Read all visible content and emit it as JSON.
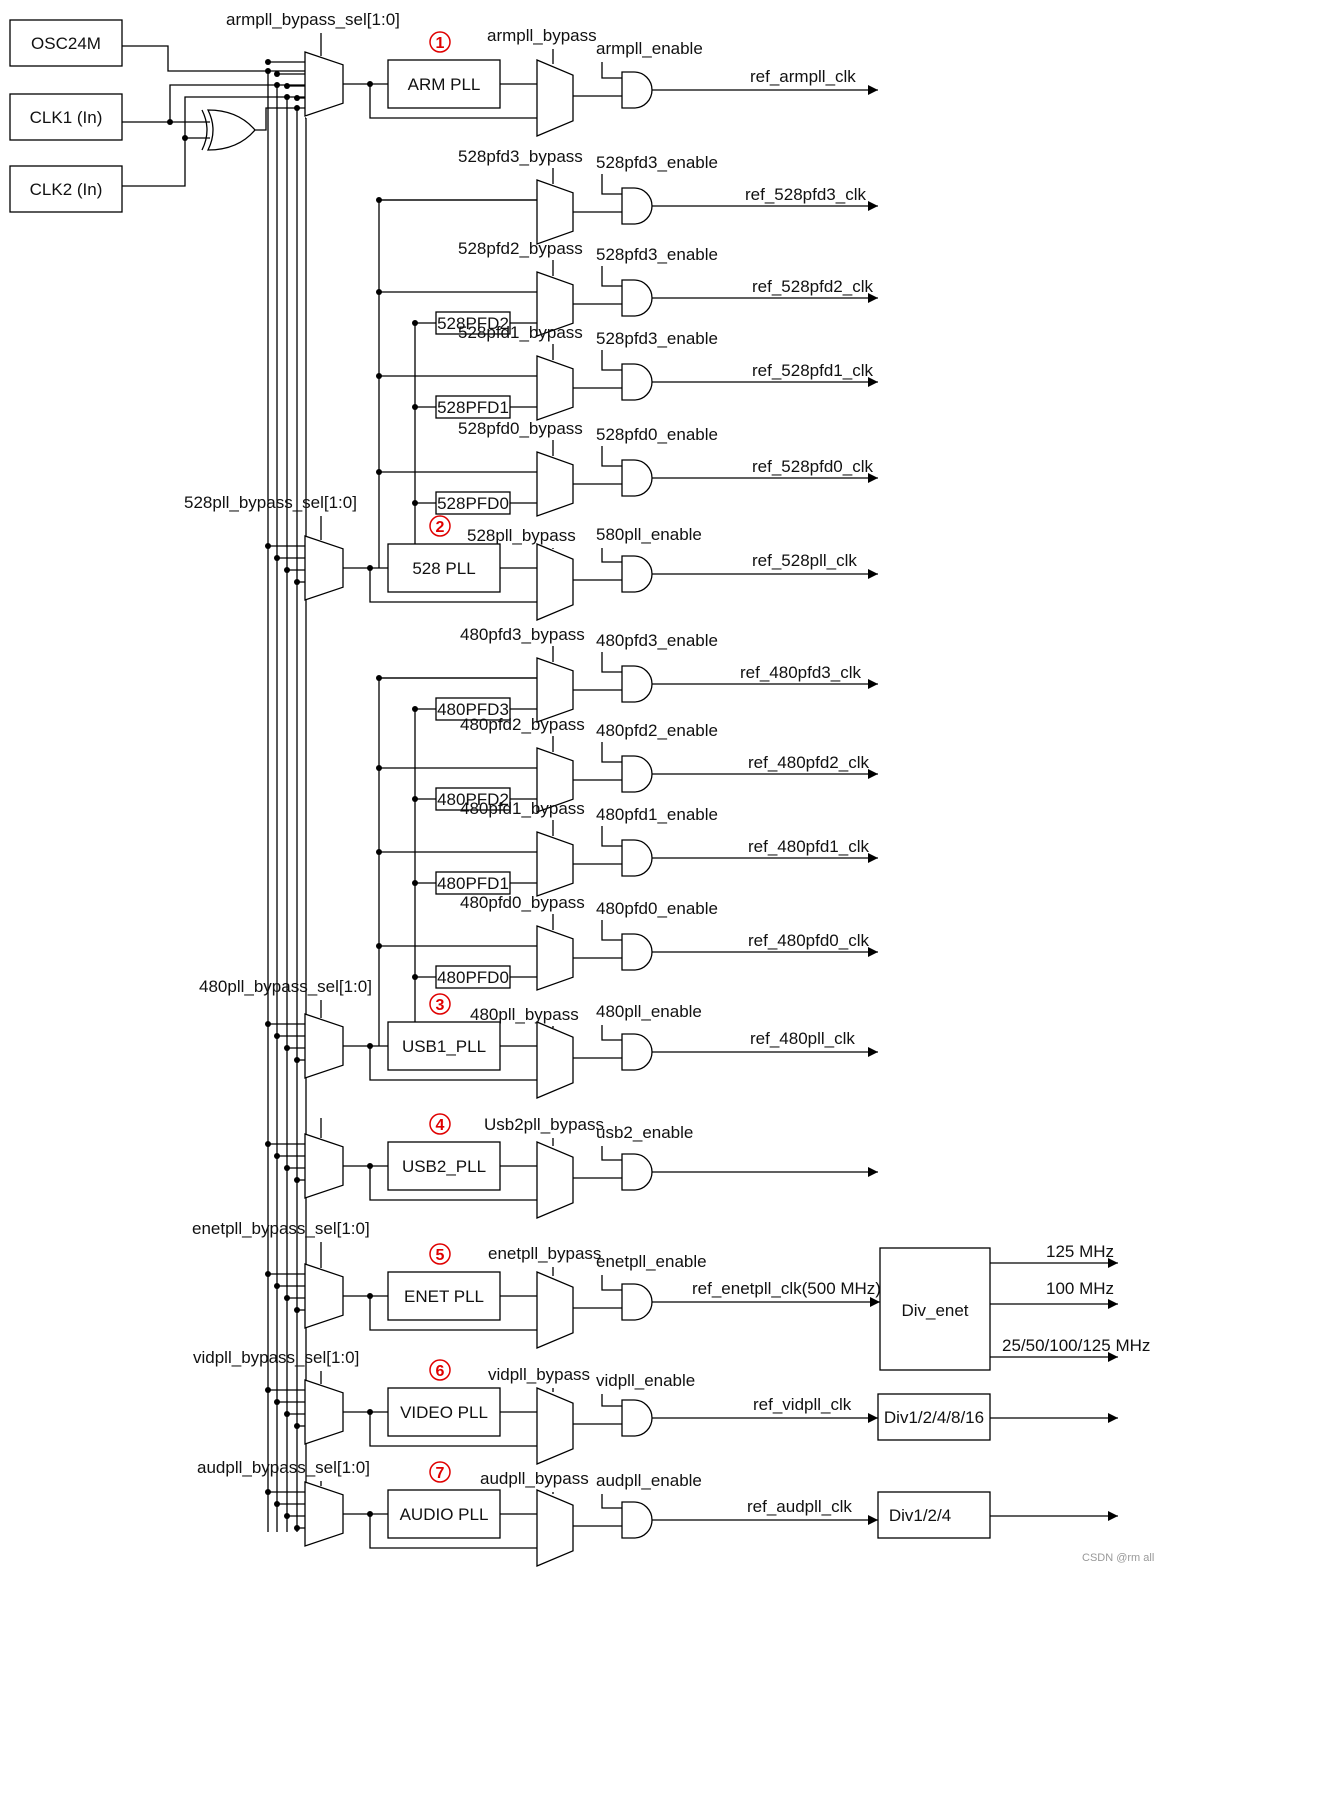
{
  "inputs": {
    "osc": "OSC24M",
    "clk1": "CLK1 (In)",
    "clk2": "CLK2 (In)"
  },
  "sel_labels": {
    "arm": "armpll_bypass_sel[1:0]",
    "p528": "528pll_bypass_sel[1:0]",
    "p480": "480pll_bypass_sel[1:0]",
    "enet": "enetpll_bypass_sel[1:0]",
    "vid": "vidpll_bypass_sel[1:0]",
    "aud": "audpll_bypass_sel[1:0]"
  },
  "plls": {
    "arm": {
      "num": "1",
      "name": "ARM PLL",
      "bypass": "armpll_bypass",
      "enable": "armpll_enable",
      "out": "ref_armpll_clk"
    },
    "p528": {
      "num": "2",
      "name": "528 PLL",
      "bypass": "528pll_bypass",
      "enable": "580pll_enable",
      "out": "ref_528pll_clk"
    },
    "usb1": {
      "num": "3",
      "name": "USB1_PLL",
      "bypass": "480pll_bypass",
      "enable": "480pll_enable",
      "out": "ref_480pll_clk"
    },
    "usb2": {
      "num": "4",
      "name": "USB2_PLL",
      "bypass": "Usb2pll_bypass",
      "enable": "usb2_enable"
    },
    "enet": {
      "num": "5",
      "name": "ENET PLL",
      "bypass": "enetpll_bypass",
      "enable": "enetpll_enable",
      "out": "ref_enetpll_clk(500 MHz)"
    },
    "video": {
      "num": "6",
      "name": "VIDEO PLL",
      "bypass": "vidpll_bypass",
      "enable": "vidpll_enable",
      "out": "ref_vidpll_clk"
    },
    "audio": {
      "num": "7",
      "name": "AUDIO PLL",
      "bypass": "audpll_bypass",
      "enable": "audpll_enable",
      "out": "ref_audpll_clk"
    }
  },
  "pfd528": [
    {
      "bypass": "528pfd3_bypass",
      "enable": "528pfd3_enable",
      "out": "ref_528pfd3_clk"
    },
    {
      "block": "528PFD2",
      "bypass": "528pfd2_bypass",
      "enable": "528pfd3_enable",
      "out": "ref_528pfd2_clk"
    },
    {
      "block": "528PFD1",
      "bypass": "528pfd1_bypass",
      "enable": "528pfd3_enable",
      "out": "ref_528pfd1_clk"
    },
    {
      "block": "528PFD0",
      "bypass": "528pfd0_bypass",
      "enable": "528pfd0_enable",
      "out": "ref_528pfd0_clk"
    }
  ],
  "pfd480": [
    {
      "block": "480PFD3",
      "bypass": "480pfd3_bypass",
      "enable": "480pfd3_enable",
      "out": "ref_480pfd3_clk"
    },
    {
      "block": "480PFD2",
      "bypass": "480pfd2_bypass",
      "enable": "480pfd2_enable",
      "out": "ref_480pfd2_clk"
    },
    {
      "block": "480PFD1",
      "bypass": "480pfd1_bypass",
      "enable": "480pfd1_enable",
      "out": "ref_480pfd1_clk"
    },
    {
      "block": "480PFD0",
      "bypass": "480pfd0_bypass",
      "enable": "480pfd0_enable",
      "out": "ref_480pfd0_clk"
    }
  ],
  "dividers": {
    "enet": {
      "name": "Div_enet",
      "outputs": [
        "125 MHz",
        "100  MHz",
        "25/50/100/125 MHz"
      ]
    },
    "vid": {
      "name": "Div1/2/4/8/16"
    },
    "aud": {
      "name": "Div1/2/4"
    }
  },
  "watermark": "CSDN @rm all"
}
